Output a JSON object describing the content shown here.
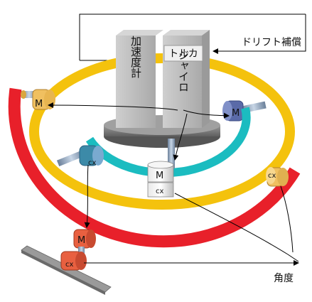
{
  "labels": {
    "accelerometer": "加速度計",
    "torquer": "トルカ",
    "gyro": "ジャイロ",
    "drift_compensation": "ドリフト補償",
    "angle": "角度"
  },
  "motor_letter": "M",
  "sensor_tag": "cx",
  "colors": {
    "outer_ring": "#e8202a",
    "middle_ring": "#f4c20d",
    "inner_arc": "#1bbcc0",
    "block": "#b8b8b8",
    "platform": "#888888",
    "motor_orange": "#f0c060",
    "motor_red": "#e86040",
    "motor_blue": "#5a6aa8",
    "motor_cyan": "#3c8aa8"
  }
}
